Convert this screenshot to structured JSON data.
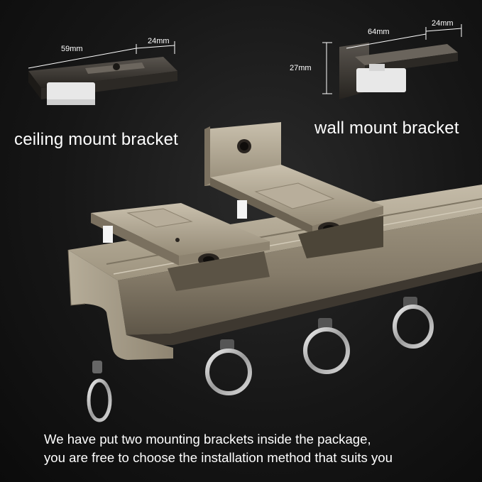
{
  "labels": {
    "ceiling_mount": "ceiling mount  bracket",
    "wall_mount": "wall mount bracket"
  },
  "dimensions": {
    "ceiling_length": "59mm",
    "ceiling_width": "24mm",
    "wall_length": "64mm",
    "wall_width": "24mm",
    "wall_height": "27mm"
  },
  "caption": {
    "line1": "We have put two mounting brackets inside the package,",
    "line2": "you are free to choose the installation method that suits you"
  },
  "colors": {
    "background": "#141414",
    "track": "#a49a86",
    "bracket_dark": "#3b3733",
    "ring": "#c8c8c8",
    "text": "#ffffff"
  }
}
